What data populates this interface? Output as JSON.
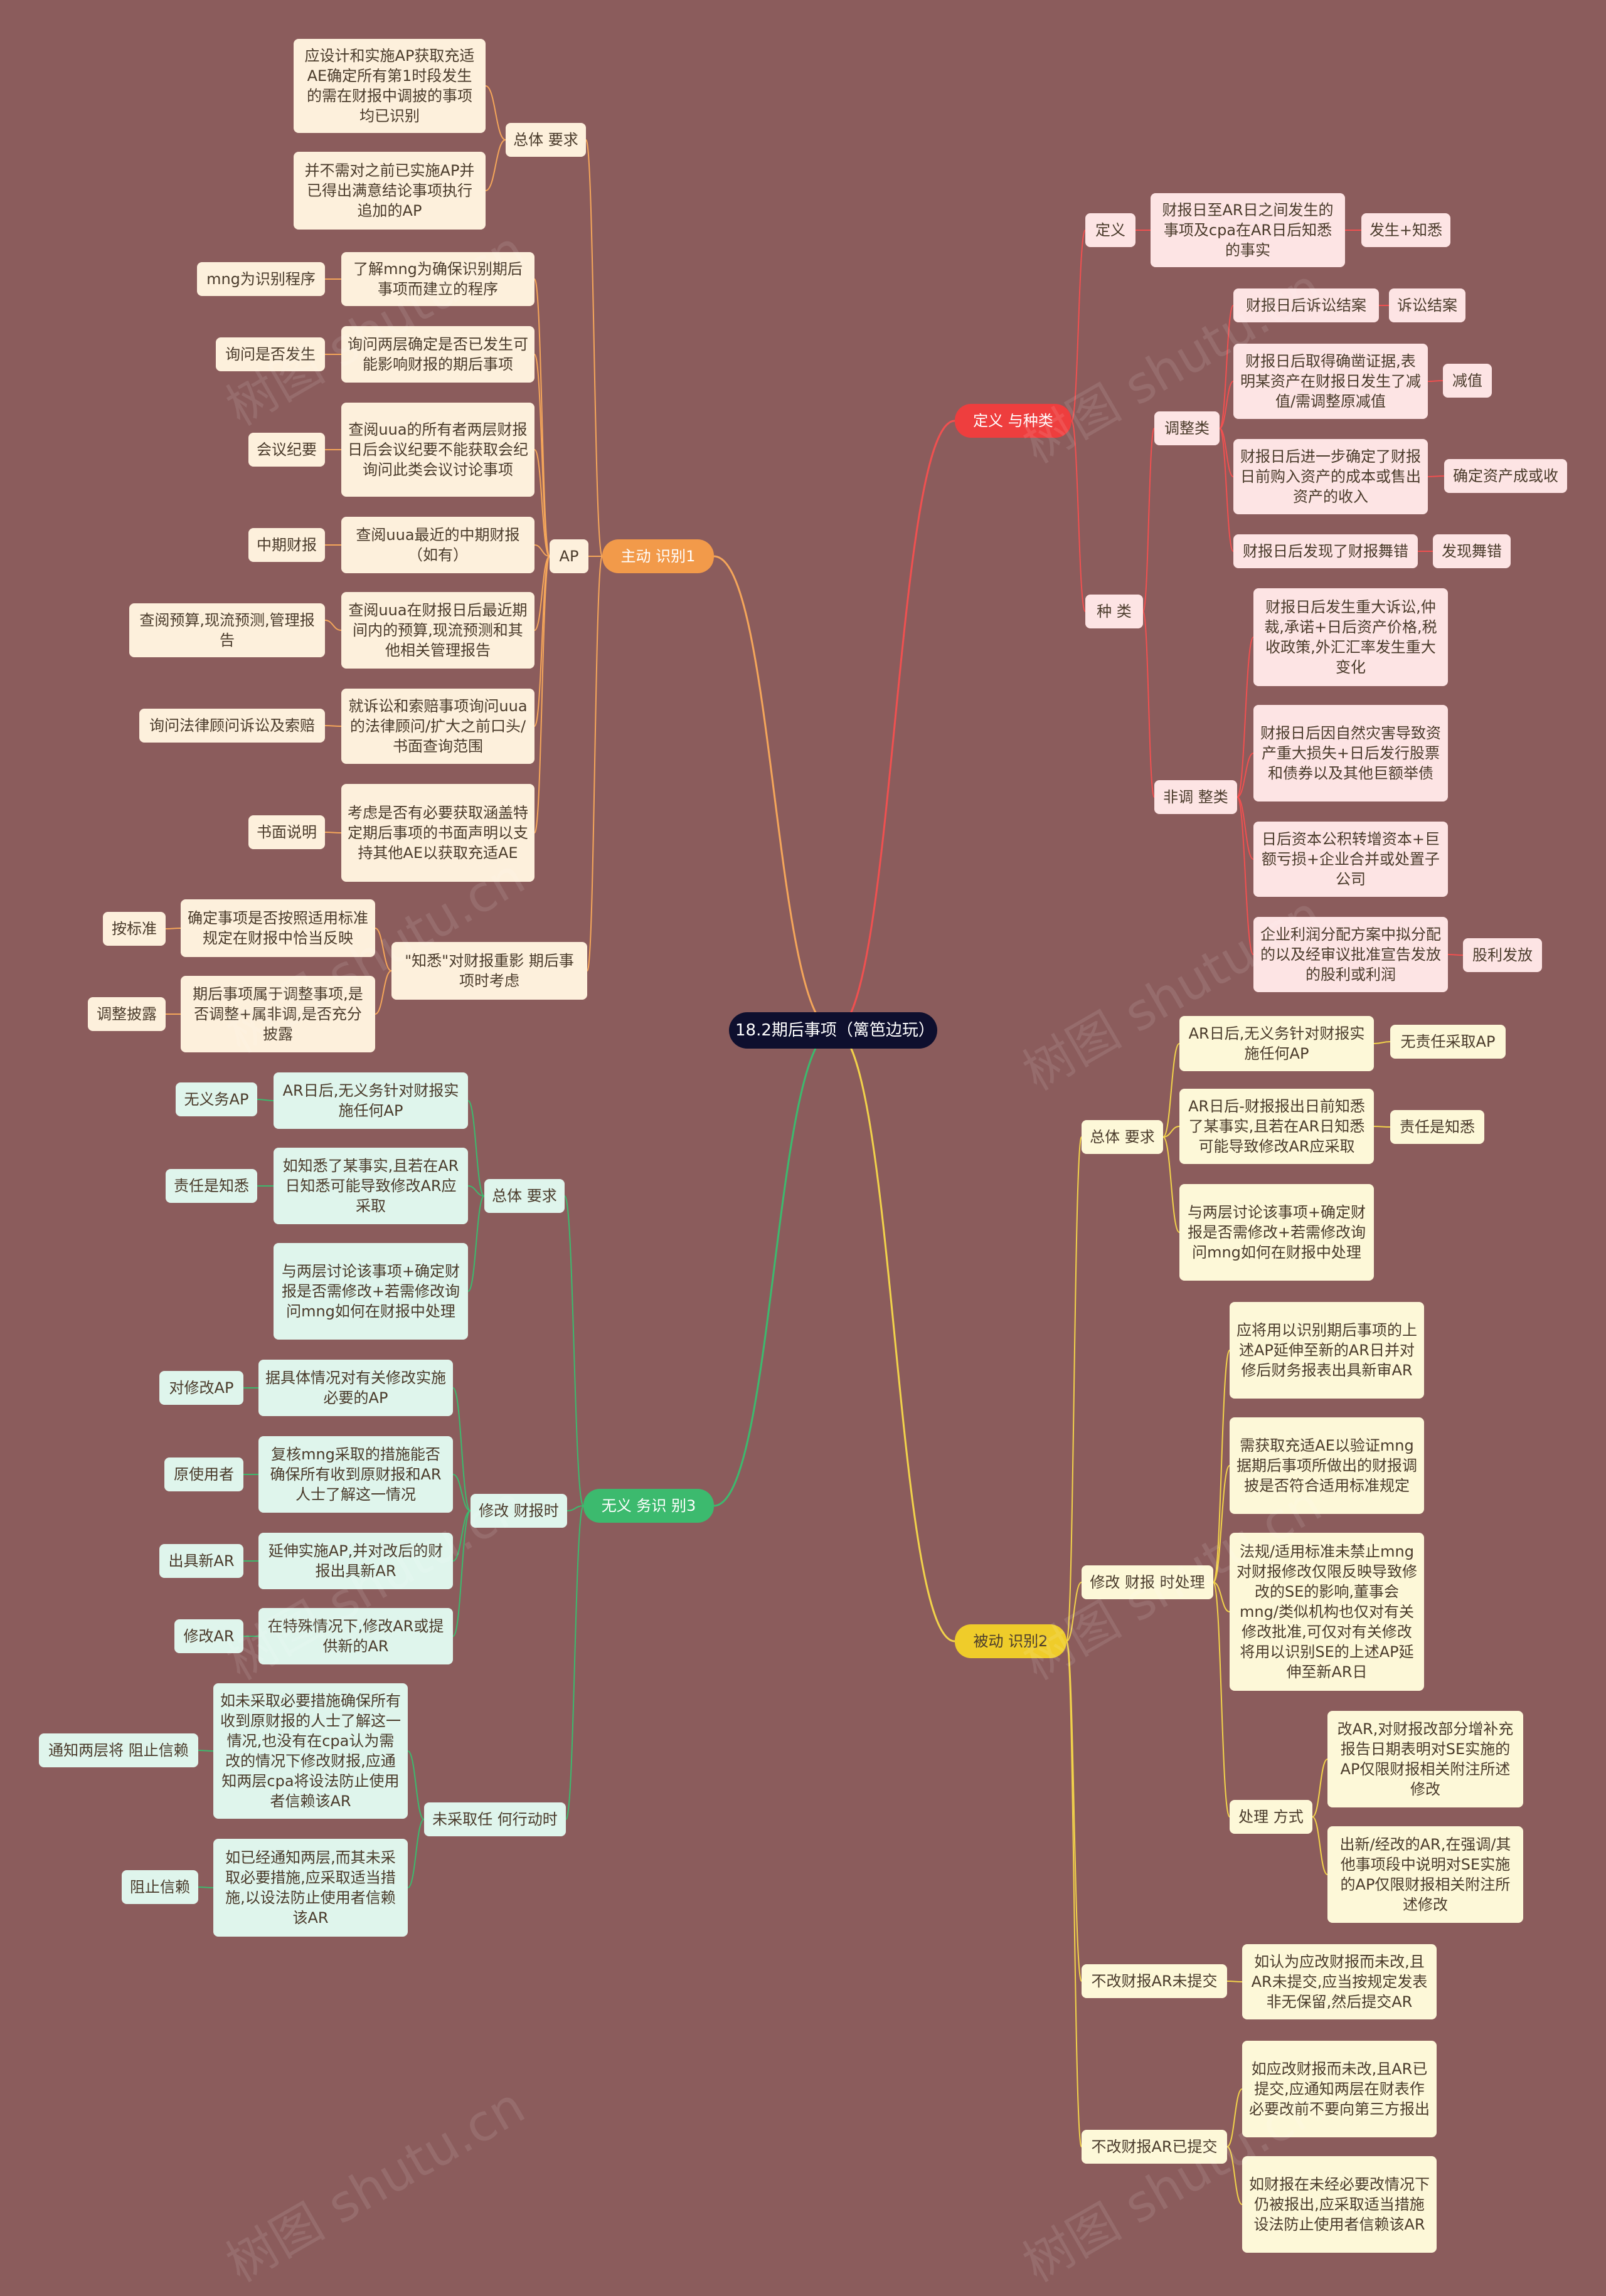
{
  "root": "18.2期后事项（篱笆边玩）",
  "colors": {
    "background": "#8b5c5c",
    "orange": "#f29a4a",
    "yellow": "#efcc2a",
    "green": "#3cba6e",
    "red": "#ee3e3e"
  },
  "watermark": "树图 shutu.cn",
  "b1": {
    "label": "主动 识别1",
    "overall": "总体 要求",
    "overall_items": [
      "应设计和实施AP获取充适AE确定所有第1时段发生的需在财报中调披的事项均已识别",
      "并不需对之前已实施AP并已得出满意结论事项执行追加的AP"
    ],
    "ap": "AP",
    "ap_items": [
      {
        "text": "了解mng为确保识别期后事项而建立的程序",
        "tag": "mng为识别程序"
      },
      {
        "text": "询问两层确定是否已发生可能影响财报的期后事项",
        "tag": "询问是否发生"
      },
      {
        "text": "查阅uua的所有者两层财报日后会议纪要不能获取会纪询问此类会议讨论事项",
        "tag": "会议纪要"
      },
      {
        "text": "查阅uua最近的中期财报（如有）",
        "tag": "中期财报"
      },
      {
        "text": "查阅uua在财报日后最近期间内的预算,现流预测和其他相关管理报告",
        "tag": "查阅预算,现流预测,管理报告"
      },
      {
        "text": "就诉讼和索赔事项询问uua的法律顾问/扩大之前口头/书面查询范围",
        "tag": "询问法律顾问诉讼及索赔"
      },
      {
        "text": "考虑是否有必要获取涵盖特定期后事项的书面声明以支持其他AE以获取充适AE",
        "tag": "书面说明"
      }
    ],
    "known": "\"知悉\"对财报重影 期后事项时考虑",
    "known_items": [
      {
        "text": "确定事项是否按照适用标准规定在财报中恰当反映",
        "tag": "按标准"
      },
      {
        "text": "期后事项属于调整事项,是否调整+属非调,是否充分披露",
        "tag": "调整披露"
      }
    ]
  },
  "b3": {
    "label": "无义 务识 别3",
    "overall": "总体 要求",
    "overall_items": [
      {
        "text": "AR日后,无义务针对财报实施任何AP",
        "tag": "无义务AP"
      },
      {
        "text": "如知悉了某事实,且若在AR日知悉可能导致修改AR应采取",
        "tag": "责任是知悉"
      },
      {
        "text": "与两层讨论该事项+确定财报是否需修改+若需修改询问mng如何在财报中处理",
        "tag": ""
      }
    ],
    "modify": "修改 财报时",
    "modify_items": [
      {
        "text": "据具体情况对有关修改实施必要的AP",
        "tag": "对修改AP"
      },
      {
        "text": "复核mng采取的措施能否确保所有收到原财报和AR人士了解这一情况",
        "tag": "原使用者"
      },
      {
        "text": "延伸实施AP,并对改后的财报出具新AR",
        "tag": "出具新AR"
      },
      {
        "text": "在特殊情况下,修改AR或提供新的AR",
        "tag": "修改AR"
      }
    ],
    "noaction": "未采取任 何行动时",
    "noaction_items": [
      {
        "text": "如未采取必要措施确保所有收到原财报的人士了解这一情况,也没有在cpa认为需改的情况下修改财报,应通知两层cpa将设法防止使用者信赖该AR",
        "tag": "通知两层将 阻止信赖"
      },
      {
        "text": "如已经通知两层,而其未采取必要措施,应采取适当措施,以设法防止使用者信赖该AR",
        "tag": "阻止信赖"
      }
    ]
  },
  "b4": {
    "label": "定义 与种类",
    "def": "定义",
    "def_text": "财报日至AR日之间发生的事项及cpa在AR日后知悉的事实",
    "def_tag": "发生+知悉",
    "kinds": "种 类",
    "adjust": "调整类",
    "adjust_items": [
      {
        "text": "财报日后诉讼结案",
        "tag": "诉讼结案"
      },
      {
        "text": "财报日后取得确凿证据,表明某资产在财报日发生了减值/需调整原减值",
        "tag": "减值"
      },
      {
        "text": "财报日后进一步确定了财报日前购入资产的成本或售出资产的收入",
        "tag": "确定资产成或收"
      },
      {
        "text": "财报日后发现了财报舞错",
        "tag": "发现舞错"
      }
    ],
    "nonadjust": "非调 整类",
    "nonadjust_items": [
      {
        "text": "财报日后发生重大诉讼,仲裁,承诺+日后资产价格,税收政策,外汇汇率发生重大变化",
        "tag": ""
      },
      {
        "text": "财报日后因自然灾害导致资产重大损失+日后发行股票和债券以及其他巨额举债",
        "tag": ""
      },
      {
        "text": "日后资本公积转增资本+巨额亏损+企业合并或处置子公司",
        "tag": ""
      },
      {
        "text": "企业利润分配方案中拟分配的以及经审议批准宣告发放的股利或利润",
        "tag": "股利发放"
      }
    ]
  },
  "b2": {
    "label": "被动 识别2",
    "overall": "总体 要求",
    "overall_items": [
      {
        "text": "AR日后,无义务针对财报实施任何AP",
        "tag": "无责任采取AP"
      },
      {
        "text": "AR日后-财报报出日前知悉了某事实,且若在AR日知悉可能导致修改AR应采取",
        "tag": "责任是知悉"
      },
      {
        "text": "与两层讨论该事项+确定财报是否需修改+若需修改询问mng如何在财报中处理",
        "tag": ""
      }
    ],
    "modify": "修改 财报 时处理",
    "modify_items": [
      "应将用以识别期后事项的上述AP延伸至新的AR日并对修后财务报表出具新审AR",
      "需获取充适AE以验证mng据期后事项所做出的财报调披是否符合适用标准规定",
      "法规/适用标准未禁止mng对财报修改仅限反映导致修改的SE的影响,董事会mng/类似机构也仅对有关修改批准,可仅对有关修改将用以识别SE的上述AP延伸至新AR日"
    ],
    "handle": "处理 方式",
    "handle_items": [
      "改AR,对财报改部分增补充报告日期表明对SE实施的AP仅限财报相关附注所述修改",
      "出新/经改的AR,在强调/其他事项段中说明对SE实施的AP仅限财报相关附注所述修改"
    ],
    "notmod_unsub": "不改财报AR未提交",
    "notmod_unsub_text": "如认为应改财报而未改,且AR未提交,应当按规定发表非无保留,然后提交AR",
    "notmod_sub": "不改财报AR已提交",
    "notmod_sub_items": [
      "如应改财报而未改,且AR已提交,应通知两层在财表作必要改前不要向第三方报出",
      "如财报在未经必要改情况下仍被报出,应采取适当措施设法防止使用者信赖该AR"
    ]
  }
}
